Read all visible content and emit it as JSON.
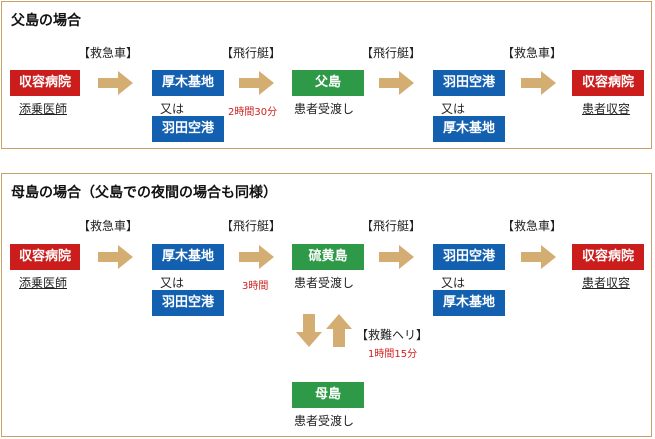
{
  "section1": {
    "title": "父島の場合",
    "transports": [
      "【救急車】",
      "【飛行艇】",
      "【飛行艇】",
      "【救急車】"
    ],
    "nodes": {
      "origin_hospital": "収容病院",
      "origin_caption": "添乗医師",
      "atsugi": "厚木基地",
      "or1": "又は",
      "haneda": "羽田空港",
      "island": "父島",
      "island_caption": "患者受渡し",
      "haneda2": "羽田空港",
      "or2": "又は",
      "atsugi2": "厚木基地",
      "dest_hospital": "収容病院",
      "dest_caption": "患者収容"
    },
    "time_note": "2時間30分"
  },
  "section2": {
    "title": "母島の場合（父島での夜間の場合も同様）",
    "transports": [
      "【救急車】",
      "【飛行艇】",
      "【飛行艇】",
      "【救急車】"
    ],
    "nodes": {
      "origin_hospital": "収容病院",
      "origin_caption": "添乗医師",
      "atsugi": "厚木基地",
      "or1": "又は",
      "haneda": "羽田空港",
      "iwo": "硫黄島",
      "iwo_caption": "患者受渡し",
      "haneda2": "羽田空港",
      "or2": "又は",
      "atsugi2": "厚木基地",
      "dest_hospital": "収容病院",
      "dest_caption": "患者収容",
      "hahajima": "母島",
      "hahajima_caption": "患者受渡し"
    },
    "time_note": "3時間",
    "heli_label": "【救難ヘリ】",
    "heli_time": "1時間15分"
  },
  "colors": {
    "hospital": "#cc1d1d",
    "base": "#1460b0",
    "island": "#2e9a48",
    "arrow": "#d4ad72",
    "time_note": "#d02020"
  }
}
